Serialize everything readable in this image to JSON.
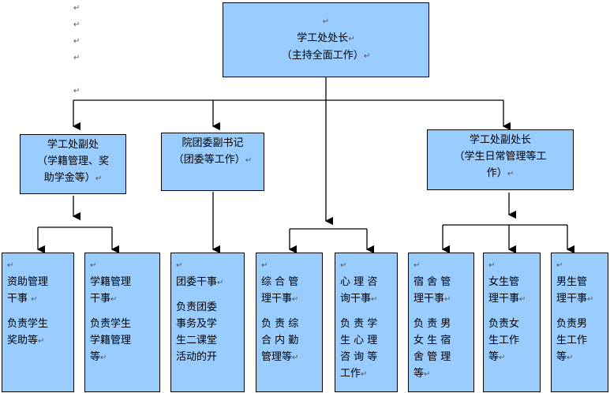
{
  "top": {
    "title": "学工处处长",
    "subtitle": "（主持全面工作）"
  },
  "level2": [
    {
      "id": "deputy1",
      "lines": [
        "学工处副处",
        "（学籍管理、奖",
        "助学金等）"
      ]
    },
    {
      "id": "youth",
      "lines": [
        "院团委副书记",
        "（团委等工作）"
      ]
    },
    {
      "id": "deputy2",
      "lines": [
        "学工处副处长",
        "（学生日常管理等工",
        "作）"
      ]
    }
  ],
  "level3": [
    {
      "id": "aid",
      "title": [
        "资助管理",
        "干事"
      ],
      "duty": [
        "负责学生",
        "奖助等"
      ]
    },
    {
      "id": "records",
      "title": [
        "学籍管理",
        "干事"
      ],
      "duty": [
        "负责学生",
        "学籍管理",
        "等"
      ]
    },
    {
      "id": "league",
      "title": [
        "团委干事"
      ],
      "duty": [
        "负责团委",
        "事务及学",
        "生二课堂",
        "活动的开"
      ]
    },
    {
      "id": "general",
      "title": [
        "综 合 管",
        "理干事"
      ],
      "duty": [
        "负 责 综",
        "合 内 勤",
        "管理等"
      ]
    },
    {
      "id": "psych",
      "title": [
        "心 理 咨",
        "询干事"
      ],
      "duty": [
        "负 责 学",
        "生 心 理",
        "咨 询 等",
        "工作"
      ]
    },
    {
      "id": "dorm",
      "title": [
        "宿 舍 管",
        "理干事"
      ],
      "duty": [
        "负 责 男",
        "女 生 宿",
        "舍 管 理",
        "等"
      ]
    },
    {
      "id": "female",
      "title": [
        "女生管",
        "理干事"
      ],
      "duty": [
        "负责女",
        "生工作",
        "等"
      ]
    },
    {
      "id": "male",
      "title": [
        "男生管",
        "理干事"
      ],
      "duty": [
        "负责男",
        "生工作",
        "等"
      ]
    }
  ],
  "marks": {
    "para": "↵"
  }
}
